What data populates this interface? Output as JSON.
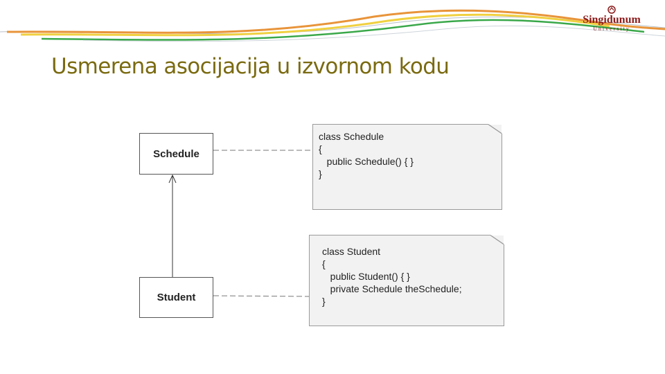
{
  "slide": {
    "title": "Usmerena asocijacija u izvornom kodu"
  },
  "logo": {
    "name": "Singidunum",
    "subtitle": "University"
  },
  "diagram": {
    "classes": {
      "schedule": "Schedule",
      "student": "Student"
    },
    "notes": {
      "schedule": [
        "class Schedule",
        "{",
        "   public Schedule() { }",
        "}"
      ],
      "student": [
        "class Student",
        "{",
        "   public Student() { }",
        "   private Schedule theSchedule;",
        "}"
      ]
    }
  },
  "colors": {
    "title": "#7a6a10",
    "swoosh_orange": "#e8943a",
    "swoosh_yellow": "#f0d040",
    "swoosh_green": "#3aa84a",
    "logo": "#8b1a1a"
  }
}
